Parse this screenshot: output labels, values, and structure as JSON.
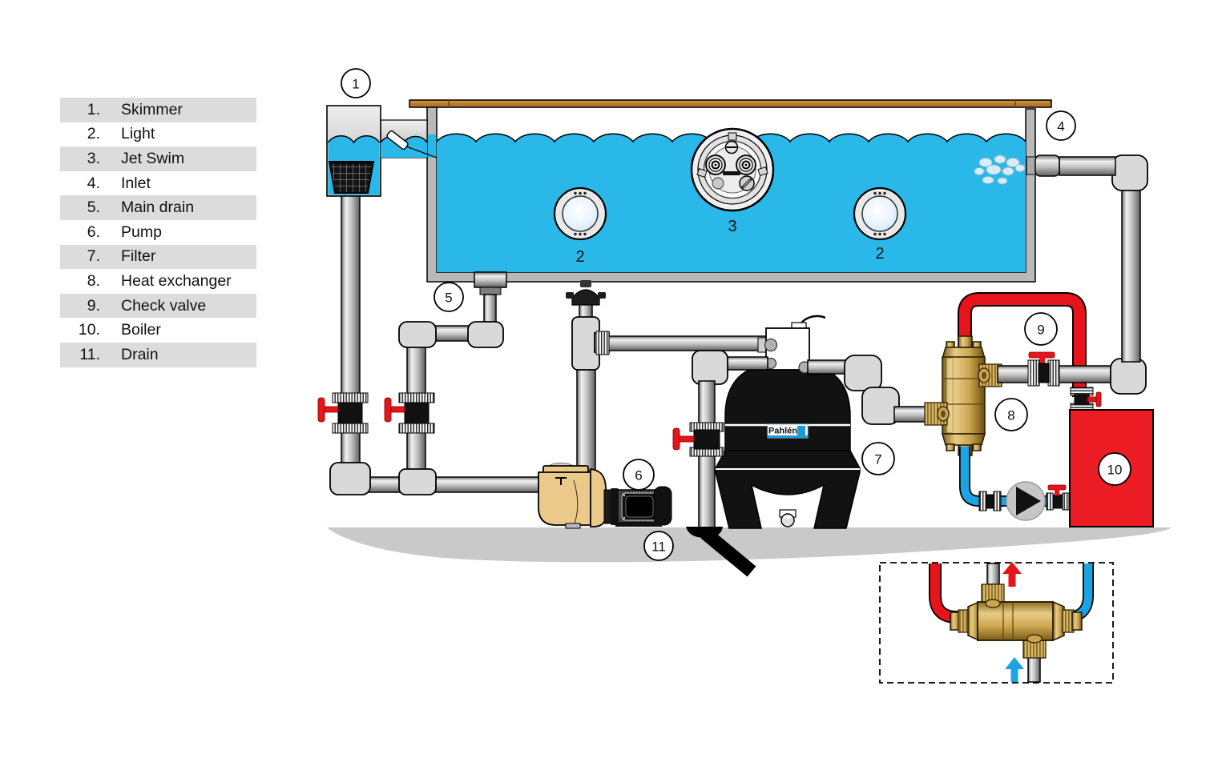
{
  "legend": {
    "items": [
      {
        "num": "1.",
        "label": "Skimmer"
      },
      {
        "num": "2.",
        "label": "Light"
      },
      {
        "num": "3.",
        "label": "Jet Swim"
      },
      {
        "num": "4.",
        "label": "Inlet"
      },
      {
        "num": "5.",
        "label": "Main drain"
      },
      {
        "num": "6.",
        "label": "Pump"
      },
      {
        "num": "7.",
        "label": "Filter"
      },
      {
        "num": "8.",
        "label": "Heat exchanger"
      },
      {
        "num": "9.",
        "label": "Check valve"
      },
      {
        "num": "10.",
        "label": "Boiler"
      },
      {
        "num": "11.",
        "label": "Drain"
      }
    ]
  },
  "diagram": {
    "callouts": {
      "skimmer": "1",
      "light": "2",
      "jet_swim": "3",
      "inlet": "4",
      "main_drain": "5",
      "pump": "6",
      "filter": "7",
      "heat_exchanger": "8",
      "check_valve": "9",
      "boiler": "10",
      "drain": "11"
    },
    "filter_brand": "Pahlén"
  },
  "colors": {
    "water": "#29b8e8",
    "pipe_red": "#e8141b",
    "pipe_blue": "#1ba3e3",
    "boiler_red": "#ec1c24",
    "brass": "#caa54e",
    "pump_tan": "#eac98b",
    "ground_gray": "#c9c9c9",
    "deck_brown": "#b5782a",
    "legend_row_gray": "#dcdcdc",
    "logo_blue": "#1b9cd8"
  }
}
